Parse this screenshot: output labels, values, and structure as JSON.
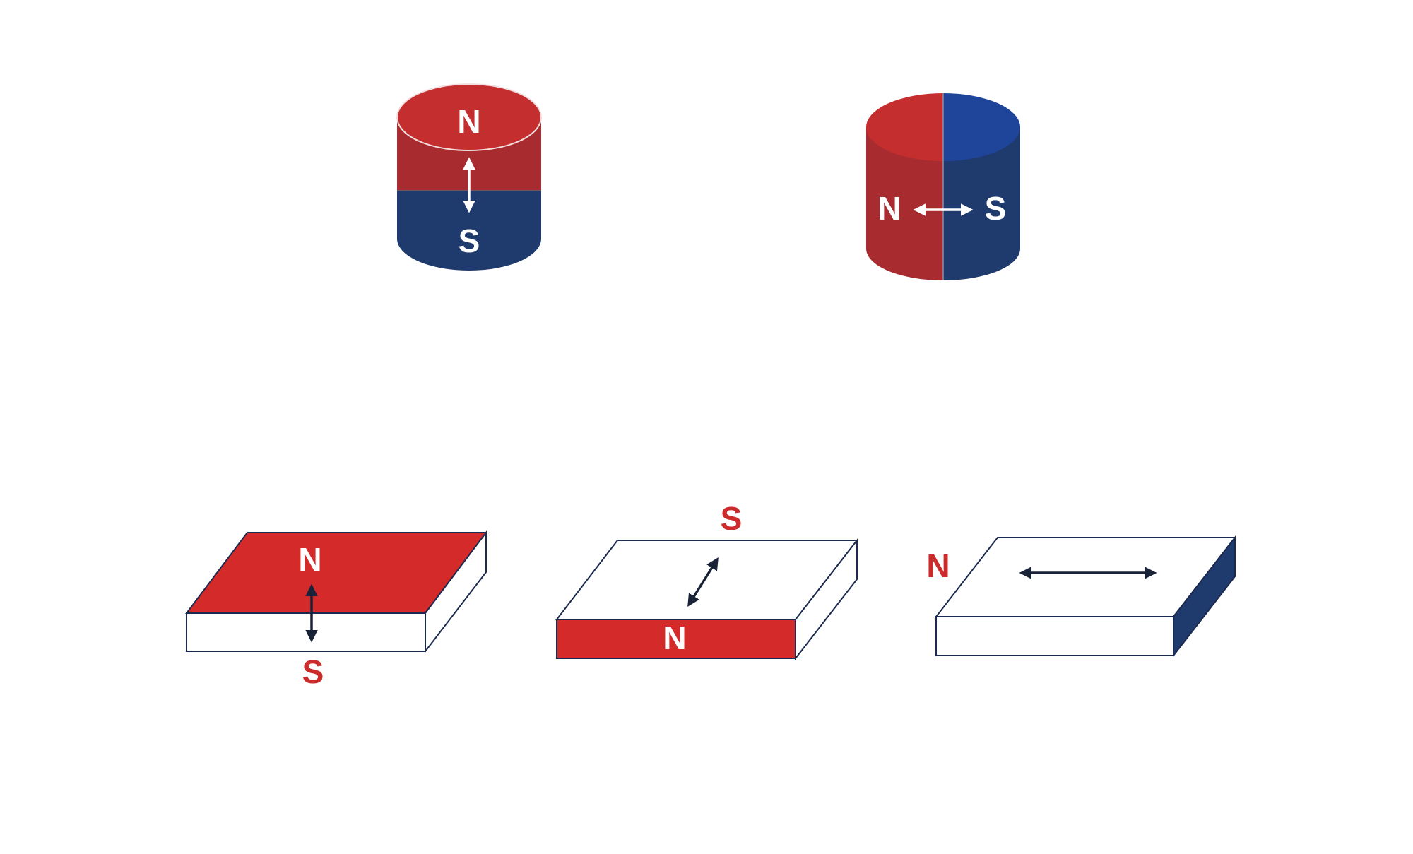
{
  "colors": {
    "background": "#ffffff",
    "north_red": "#c92c2c",
    "north_red_dark": "#a82c2f",
    "north_red_bright": "#d42a2a",
    "south_blue": "#1f3a6d",
    "south_blue_top": "#1e459a",
    "outline": "#1c2a4f",
    "arrow_dark": "#1a2238",
    "label_red": "#cc2b2b",
    "label_white": "#ffffff"
  },
  "magnets": [
    {
      "id": "cylinder-axial",
      "shape": "cylinder",
      "magnetization": "axial",
      "labels": {
        "north": "N",
        "south": "S"
      },
      "arrow": "vertical"
    },
    {
      "id": "cylinder-diametric",
      "shape": "cylinder",
      "magnetization": "diametric",
      "labels": {
        "north": "N",
        "south": "S"
      },
      "arrow": "horizontal"
    },
    {
      "id": "block-thickness",
      "shape": "block",
      "magnetization": "through thickness",
      "labels": {
        "north": "N",
        "south": "S"
      },
      "arrow": "vertical",
      "north_face": "top"
    },
    {
      "id": "block-length",
      "shape": "block",
      "magnetization": "through length",
      "labels": {
        "north": "N",
        "south": "S"
      },
      "arrow": "diagonal",
      "north_face": "front"
    },
    {
      "id": "block-width",
      "shape": "block",
      "magnetization": "through width",
      "labels": {
        "north": "N"
      },
      "arrow": "horizontal",
      "south_face": "right side"
    }
  ]
}
